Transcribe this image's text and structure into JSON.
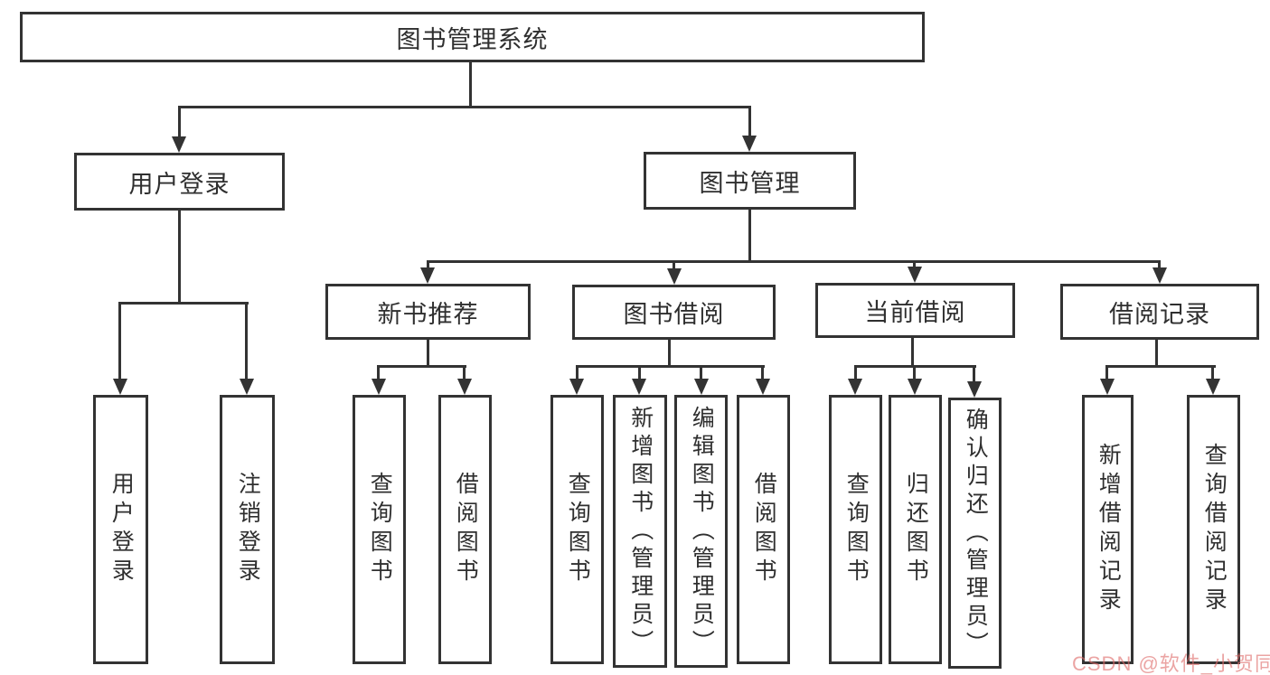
{
  "diagram": {
    "root": "图书管理系统",
    "branches": [
      {
        "label": "用户登录",
        "children": [
          "用户登录",
          "注销登录"
        ]
      },
      {
        "label": "图书管理",
        "children": [
          {
            "label": "新书推荐",
            "children": [
              "查询图书",
              "借阅图书"
            ]
          },
          {
            "label": "图书借阅",
            "children": [
              "查询图书",
              "新增图书（管理员）",
              "编辑图书（管理员）",
              "借阅图书"
            ]
          },
          {
            "label": "当前借阅",
            "children": [
              "查询图书",
              "归还图书",
              "确认归还（管理员）"
            ]
          },
          {
            "label": "借阅记录",
            "children": [
              "新增借阅记录",
              "查询借阅记录"
            ]
          }
        ]
      }
    ]
  },
  "watermark": {
    "text": "CSDN @软件_小贺同学",
    "color": "#de6c6a"
  },
  "colors": {
    "line": "#333333",
    "box_border": "#333333",
    "box_bg": "#ffffff",
    "text": "#2f2f2f",
    "background": "#ffffff"
  }
}
